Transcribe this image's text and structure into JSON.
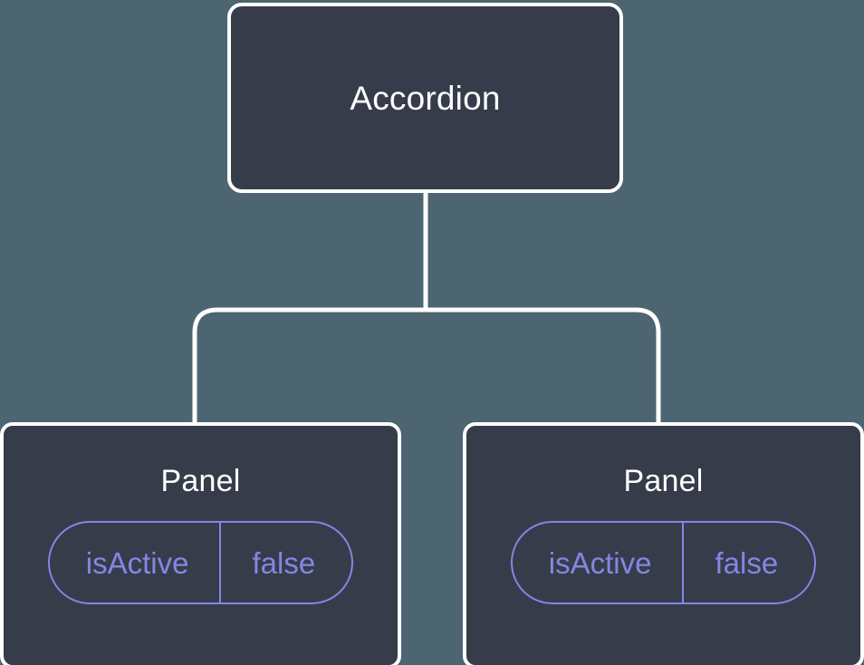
{
  "diagram": {
    "type": "component-tree",
    "background_color": "#4c6570",
    "node_fill_color": "#373c4b",
    "node_border_color": "#ffffff",
    "connector_color": "#ffffff",
    "prop_accent_color": "#8287e3",
    "root": {
      "label": "Accordion"
    },
    "children": [
      {
        "label": "Panel",
        "props": [
          {
            "key": "isActive",
            "value": "false"
          }
        ]
      },
      {
        "label": "Panel",
        "props": [
          {
            "key": "isActive",
            "value": "false"
          }
        ]
      }
    ]
  }
}
